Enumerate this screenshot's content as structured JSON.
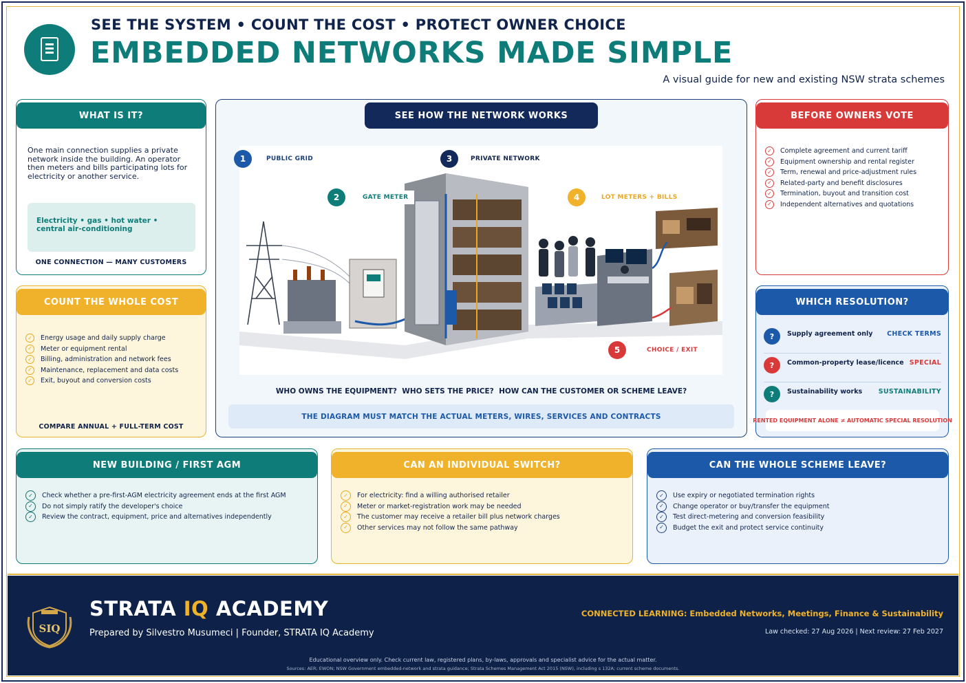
{
  "header": {
    "tagline": "SEE THE SYSTEM • COUNT THE COST • PROTECT OWNER CHOICE",
    "title": "EMBEDDED NETWORKS MADE SIMPLE",
    "subtitle": "A visual guide for new and existing NSW strata schemes",
    "logo_icon": "document-icon"
  },
  "what_is_it": {
    "heading": "WHAT IS IT?",
    "body": "One main connection supplies a private network inside the building. An operator then meters and bills participating lots for electricity or another service.",
    "services": "Electricity • gas • hot water • central air-conditioning",
    "footer": "ONE CONNECTION — MANY CUSTOMERS"
  },
  "count_cost": {
    "heading": "COUNT THE WHOLE COST",
    "items": [
      "Energy usage and daily supply charge",
      "Meter or equipment rental",
      "Billing, administration and network fees",
      "Maintenance, replacement and data costs",
      "Exit, buyout and conversion costs"
    ],
    "footer": "COMPARE ANNUAL + FULL-TERM COST"
  },
  "network": {
    "heading": "SEE HOW THE NETWORK WORKS",
    "steps": [
      {
        "num": "1",
        "label": "PUBLIC GRID"
      },
      {
        "num": "2",
        "label": "GATE METER"
      },
      {
        "num": "3",
        "label": "PRIVATE NETWORK"
      },
      {
        "num": "4",
        "label": "LOT METERS + BILLS"
      },
      {
        "num": "5",
        "label": "CHOICE / EXIT"
      }
    ],
    "questions": "WHO OWNS THE EQUIPMENT?  WHO SETS THE PRICE?  HOW CAN THE CUSTOMER OR SCHEME LEAVE?",
    "note": "THE DIAGRAM MUST MATCH THE ACTUAL METERS, WIRES, SERVICES AND CONTRACTS",
    "colors": {
      "navy": "#12295a",
      "teal": "#0e7d7a",
      "gold": "#f0b22a",
      "red": "#d83a3a"
    }
  },
  "before_vote": {
    "heading": "BEFORE OWNERS VOTE",
    "items": [
      "Complete agreement and current tariff",
      "Equipment ownership and rental register",
      "Term, renewal and price-adjustment rules",
      "Related-party and benefit disclosures",
      "Termination, buyout and transition cost",
      "Independent alternatives and quotations"
    ]
  },
  "resolution": {
    "heading": "WHICH RESOLUTION?",
    "rows": [
      {
        "icon": "?",
        "label": "Supply agreement only",
        "tag": "CHECK TERMS"
      },
      {
        "icon": "?",
        "label": "Common-property lease/licence",
        "tag": "SPECIAL"
      },
      {
        "icon": "?",
        "label": "Sustainability works",
        "tag": "SUSTAINABILITY"
      }
    ],
    "note": "RENTED EQUIPMENT ALONE ≠ AUTOMATIC SPECIAL RESOLUTION"
  },
  "new_building": {
    "heading": "NEW BUILDING / FIRST AGM",
    "items": [
      "Check whether a pre-first-AGM electricity agreement ends at the first AGM",
      "Do not simply ratify the developer's choice",
      "Review the contract, equipment, price and alternatives independently"
    ]
  },
  "individual_switch": {
    "heading": "CAN AN INDIVIDUAL SWITCH?",
    "items": [
      "For electricity: find a willing authorised retailer",
      "Meter or market-registration work may be needed",
      "The customer may receive a retailer bill plus network charges",
      "Other services may not follow the same pathway"
    ]
  },
  "scheme_leave": {
    "heading": "CAN THE WHOLE SCHEME LEAVE?",
    "items": [
      "Use expiry or negotiated termination rights",
      "Change operator or buy/transfer the equipment",
      "Test direct-metering and conversion feasibility",
      "Budget the exit and protect service continuity"
    ]
  },
  "footer": {
    "brand_a": "STRATA ",
    "brand_b": "IQ",
    "brand_c": " ACADEMY",
    "badge_text": "SIQ",
    "prepared": "Prepared by Silvestro Musumeci | Founder, STRATA IQ Academy",
    "connected": "CONNECTED LEARNING: Embedded Networks, Meetings, Finance & Sustainability",
    "law": "Law checked: 27 Aug 2026 | Next review: 27 Feb 2027",
    "disclaimer": "Educational overview only. Check current law, registered plans, by-laws, approvals and specialist advice for the actual matter.",
    "sources": "Sources: AER; EWON; NSW Government embedded-network and strata guidance; Strata Schemes Management Act 2015 (NSW), including s 132A; current scheme documents."
  }
}
